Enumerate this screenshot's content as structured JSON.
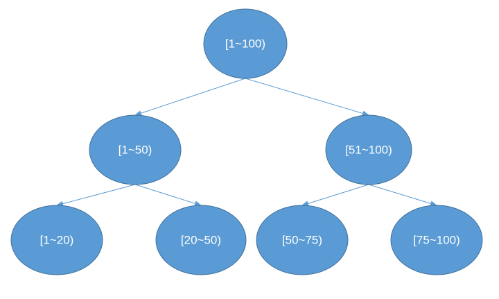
{
  "diagram": {
    "nodes": [
      {
        "id": "root",
        "label": "[1~100)"
      },
      {
        "id": "left",
        "label": "[1~50)"
      },
      {
        "id": "right",
        "label": "[51~100)"
      },
      {
        "id": "ll",
        "label": "[1~20)"
      },
      {
        "id": "lr",
        "label": "[20~50)"
      },
      {
        "id": "rl",
        "label": "[50~75)"
      },
      {
        "id": "rr",
        "label": "[75~100)"
      }
    ],
    "edges": [
      {
        "from": "root",
        "to": "left"
      },
      {
        "from": "root",
        "to": "right"
      },
      {
        "from": "left",
        "to": "ll"
      },
      {
        "from": "left",
        "to": "lr"
      },
      {
        "from": "right",
        "to": "rl"
      },
      {
        "from": "right",
        "to": "rr"
      }
    ],
    "colors": {
      "node_fill": "#5B9BD5",
      "node_stroke": "#41719C",
      "edge": "#5B9BD5",
      "label": "#ffffff"
    }
  }
}
